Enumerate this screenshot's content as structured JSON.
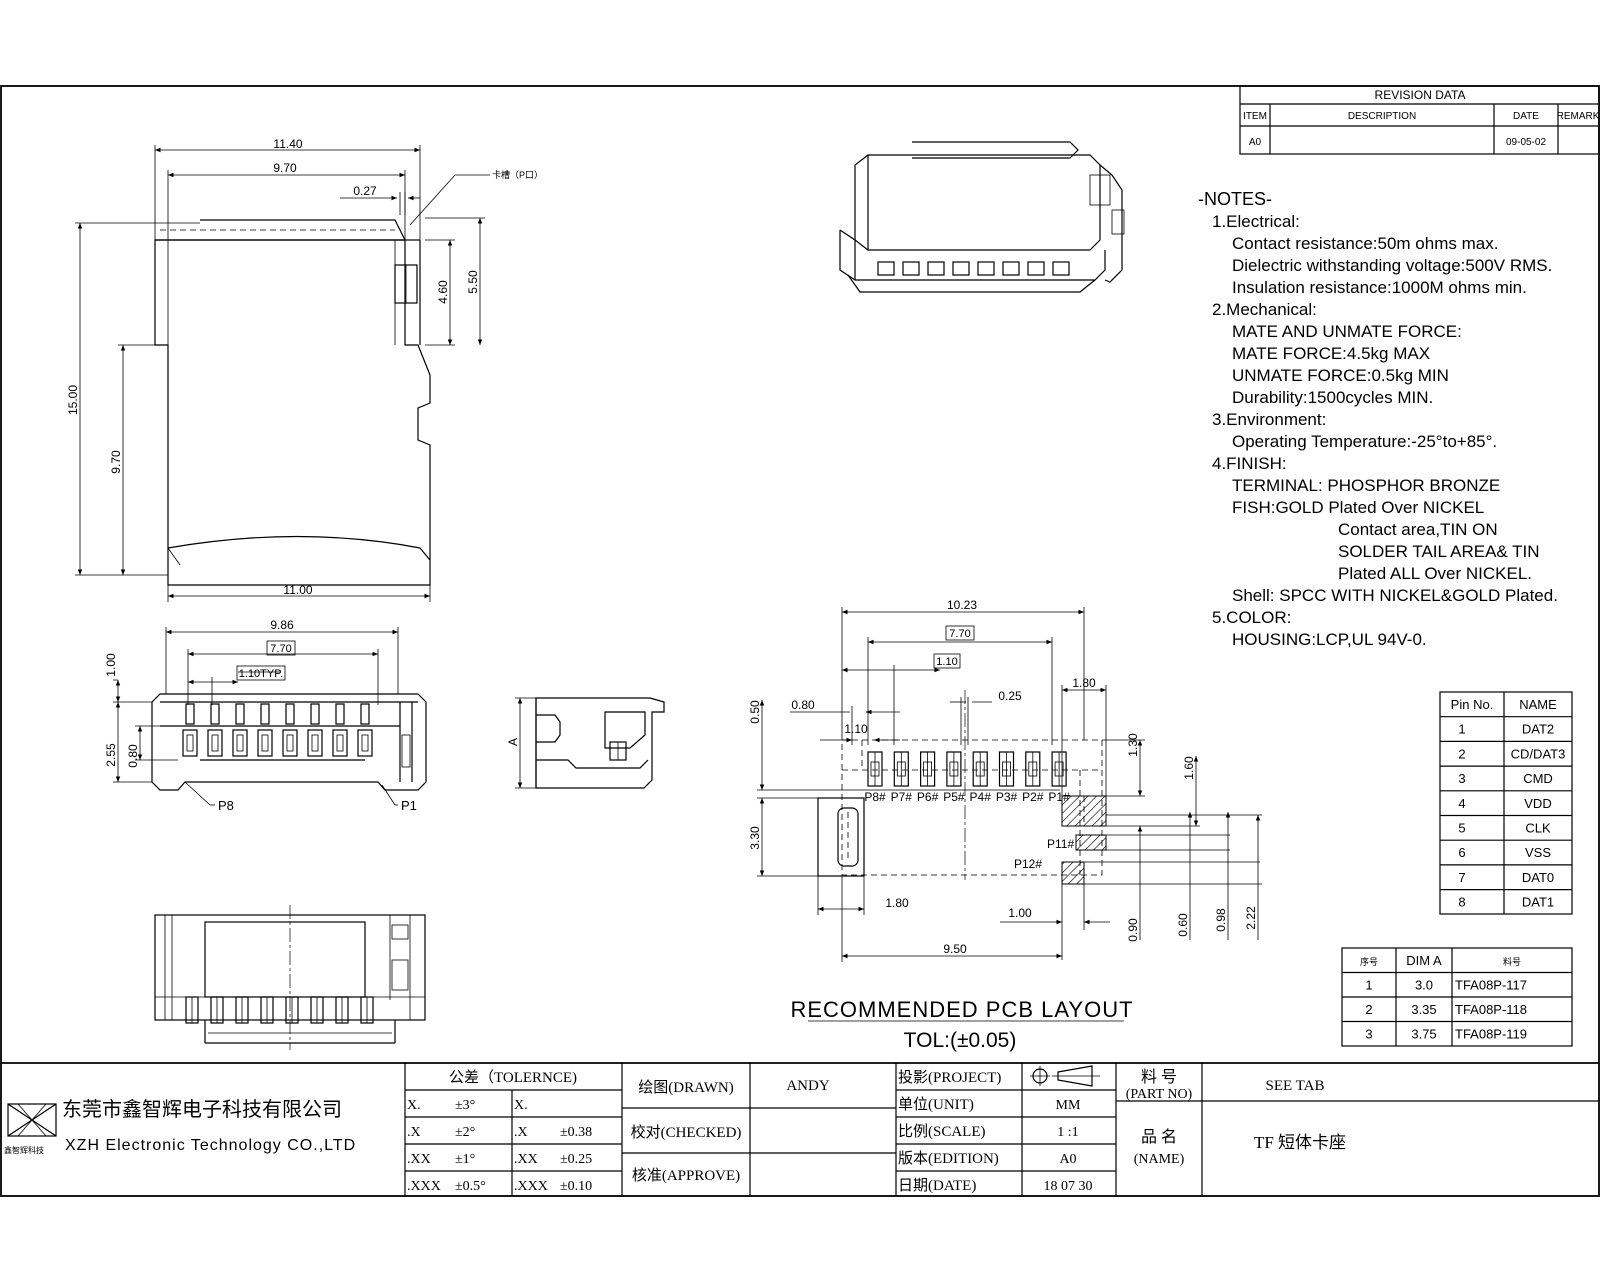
{
  "revision": {
    "title": "REVISION DATA",
    "headers": [
      "ITEM",
      "DESCRIPTION",
      "DATE",
      "REMARK"
    ],
    "rows": [
      [
        "A0",
        "",
        "09-05-02",
        ""
      ]
    ]
  },
  "notes": {
    "title": "-NOTES-",
    "lines": [
      {
        "text": "1.Electrical:",
        "indent": 0
      },
      {
        "text": "Contact resistance:50m ohms max.",
        "indent": 1
      },
      {
        "text": "Dielectric withstanding voltage:500V RMS.",
        "indent": 1
      },
      {
        "text": "Insulation resistance:1000M ohms min.",
        "indent": 1
      },
      {
        "text": "2.Mechanical:",
        "indent": 0
      },
      {
        "text": "MATE AND UNMATE FORCE:",
        "indent": 1
      },
      {
        "text": "MATE FORCE:4.5kg MAX",
        "indent": 1
      },
      {
        "text": "UNMATE FORCE:0.5kg MIN",
        "indent": 1
      },
      {
        "text": "Durability:1500cycles MIN.",
        "indent": 1
      },
      {
        "text": "3.Environment:",
        "indent": 0
      },
      {
        "text": "Operating Temperature:-25°to+85°.",
        "indent": 1
      },
      {
        "text": "4.FINISH:",
        "indent": 0
      },
      {
        "text": "TERMINAL: PHOSPHOR BRONZE",
        "indent": 1
      },
      {
        "text": "FISH:GOLD Plated Over NICKEL",
        "indent": 1
      },
      {
        "text": "Contact area,TIN ON",
        "indent": 2
      },
      {
        "text": "SOLDER TAIL AREA& TIN",
        "indent": 2
      },
      {
        "text": "Plated ALL Over NICKEL.",
        "indent": 2
      },
      {
        "text": "Shell: SPCC WITH NICKEL&GOLD Plated.",
        "indent": 1
      },
      {
        "text": "5.COLOR:",
        "indent": 0
      },
      {
        "text": "HOUSING:LCP,UL 94V-0.",
        "indent": 1
      }
    ]
  },
  "pin_table": {
    "headers": [
      "Pin No.",
      "NAME"
    ],
    "rows": [
      [
        "1",
        "DAT2"
      ],
      [
        "2",
        "CD/DAT3"
      ],
      [
        "3",
        "CMD"
      ],
      [
        "4",
        "VDD"
      ],
      [
        "5",
        "CLK"
      ],
      [
        "6",
        "VSS"
      ],
      [
        "7",
        "DAT0"
      ],
      [
        "8",
        "DAT1"
      ]
    ]
  },
  "dim_table": {
    "headers": [
      "序号",
      "DIM A",
      "料号"
    ],
    "rows": [
      [
        "1",
        "3.0",
        "TFA08P-117"
      ],
      [
        "2",
        "3.35",
        "TFA08P-118"
      ],
      [
        "3",
        "3.75",
        "TFA08P-119"
      ]
    ]
  },
  "pcb": {
    "title": "RECOMMENDED PCB LAYOUT",
    "tolerance": "TOL:(±0.05)",
    "pins": [
      "P8#",
      "P7#",
      "P6#",
      "P5#",
      "P4#",
      "P3#",
      "P2#",
      "P1#"
    ],
    "p11": "P11#",
    "p12": "P12#",
    "dims": {
      "d1023": "10.23",
      "d770": "7.70",
      "d110": "1.10",
      "d025": "0.25",
      "d180t": "1.80",
      "d080": "0.80",
      "d110b": "1.10",
      "d050": "0.50",
      "d130": "1.30",
      "d160": "1.60",
      "d330": "3.30",
      "d180b": "1.80",
      "d100": "1.00",
      "d950": "9.50",
      "d090": "0.90",
      "d060": "0.60",
      "d098": "0.98",
      "d222": "2.22"
    }
  },
  "top_view": {
    "dims": {
      "d1140": "11.40",
      "d970": "9.70",
      "d027": "0.27",
      "d460": "4.60",
      "d550": "5.50",
      "d1500": "15.00",
      "d970v": "9.70",
      "d1100": "11.00"
    },
    "callout": "卡槽（P口）"
  },
  "front_view": {
    "dims": {
      "d986": "9.86",
      "d770": "7.70",
      "d110typ": "1.10TYP.",
      "d100": "1.00",
      "d255": "2.55",
      "d080": "0.80"
    },
    "p8": "P8",
    "p1": "P1"
  },
  "side_view": {
    "dim_a": "A"
  },
  "title_block": {
    "company_cn": "东莞市鑫智辉电子科技有限公司",
    "company_en": "XZH Electronic Technology CO.,LTD",
    "logo_sub": "鑫智辉科技",
    "tol_title": "公差（TOLERNCE)",
    "tol_rows": [
      [
        "X.",
        "±3°",
        "X.",
        ""
      ],
      [
        ".X",
        "±2°",
        ".X",
        "±0.38"
      ],
      [
        ".XX",
        "±1°",
        ".XX",
        "±0.25"
      ],
      [
        ".XXX",
        "±0.5°",
        ".XXX",
        "±0.10"
      ]
    ],
    "drawn_label": "绘图(DRAWN)",
    "drawn_value": "ANDY",
    "checked_label": "校对(CHECKED)",
    "approve_label": "核准(APPROVE)",
    "project_label": "投影(PROJECT)",
    "unit_label": "单位(UNIT)",
    "unit_value": "MM",
    "scale_label": "比例(SCALE)",
    "scale_value": "1 :1",
    "edition_label": "版本(EDITION)",
    "edition_value": "A0",
    "date_label": "日期(DATE)",
    "date_value": "18 07 30",
    "part_label_cn": "料 号",
    "part_label_en": "(PART NO)",
    "part_value": "SEE TAB",
    "name_label_cn": "品 名",
    "name_label_en": "(NAME)",
    "name_value": "TF 短体卡座"
  }
}
